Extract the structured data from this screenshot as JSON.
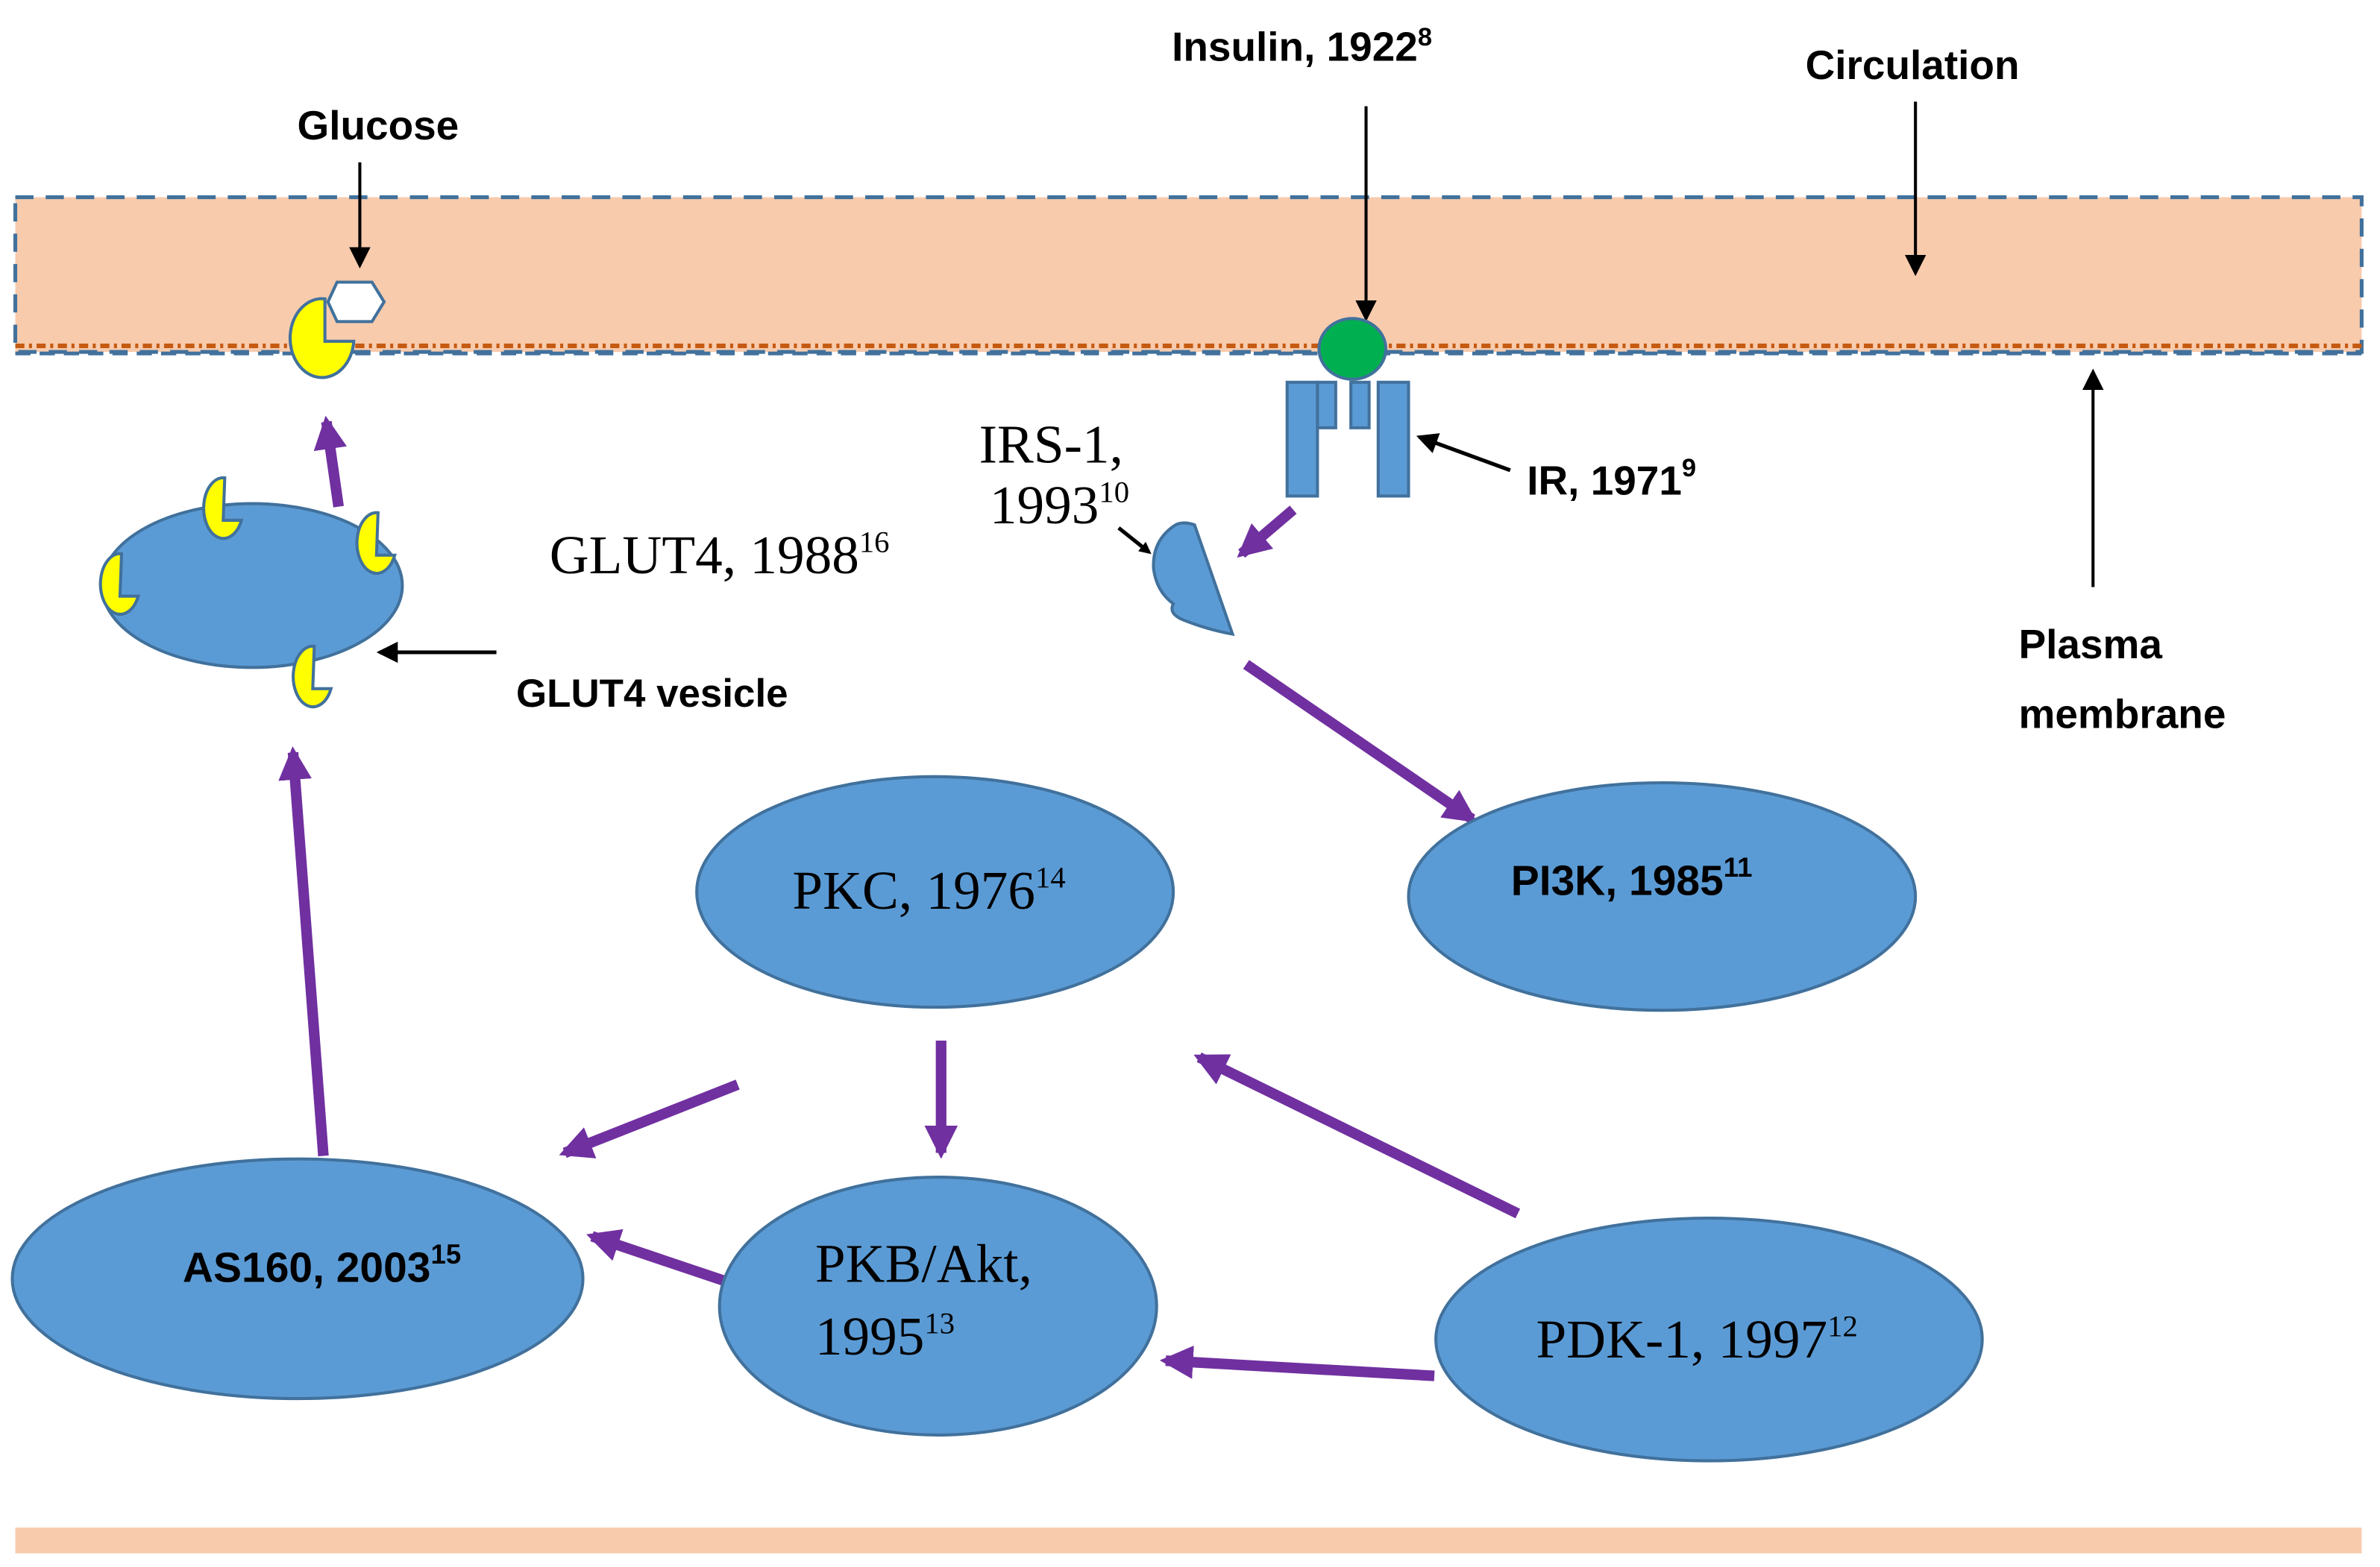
{
  "colors": {
    "extracellular_fill": "#f8cbad",
    "membrane_dash_blue": "#41719c",
    "membrane_dash_orange": "#c55a11",
    "node_fill": "#5b9bd5",
    "node_stroke": "#41719c",
    "glut4_fill": "#ffff00",
    "insulin_fill": "#00b050",
    "signal_arrow": "#7030a0",
    "label_arrow": "#000000"
  },
  "labels": {
    "glucose": "Glucose",
    "insulin": {
      "text": "Insulin, 1922",
      "ref": "8"
    },
    "circulation": "Circulation",
    "ir": {
      "text": "IR, 1971",
      "ref": "9"
    },
    "irs1_line1": "IRS-1,",
    "irs1_line2": {
      "text": "1993",
      "ref": "10"
    },
    "glut4": {
      "text": "GLUT4, 1988",
      "ref": "16"
    },
    "glut4_vesicle": "GLUT4 vesicle",
    "plasma_membrane_line1": "Plasma",
    "plasma_membrane_line2": "membrane"
  },
  "nodes": {
    "pkc": {
      "text": "PKC, 1976",
      "ref": "14"
    },
    "pi3k": {
      "text": "PI3K, 1985",
      "ref": "11"
    },
    "as160": {
      "text": "AS160, 2003",
      "ref": "15"
    },
    "pkb_line1": "PKB/Akt,",
    "pkb_line2": {
      "text": "1995",
      "ref": "13"
    },
    "pdk1": {
      "text": "PDK-1, 1997",
      "ref": "12"
    }
  },
  "pathway_edges": [
    {
      "from": "Insulin",
      "to": "IR"
    },
    {
      "from": "IR",
      "to": "IRS-1"
    },
    {
      "from": "IRS-1",
      "to": "PI3K"
    },
    {
      "from": "PDK-1",
      "to": "PKC"
    },
    {
      "from": "PDK-1",
      "to": "PKB/Akt"
    },
    {
      "from": "PKC",
      "to": "PKB/Akt"
    },
    {
      "from": "PKC",
      "to": "AS160"
    },
    {
      "from": "PKB/Akt",
      "to": "AS160"
    },
    {
      "from": "AS160",
      "to": "GLUT4 vesicle"
    },
    {
      "from": "GLUT4 vesicle",
      "to": "Plasma membrane"
    }
  ]
}
